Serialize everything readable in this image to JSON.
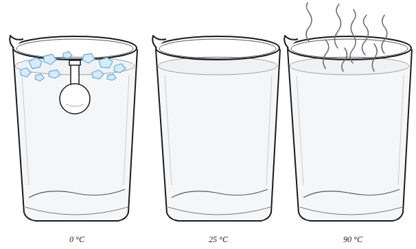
{
  "diagram": {
    "labels": [
      "0 °C",
      "25 °C",
      "90 °C"
    ]
  }
}
